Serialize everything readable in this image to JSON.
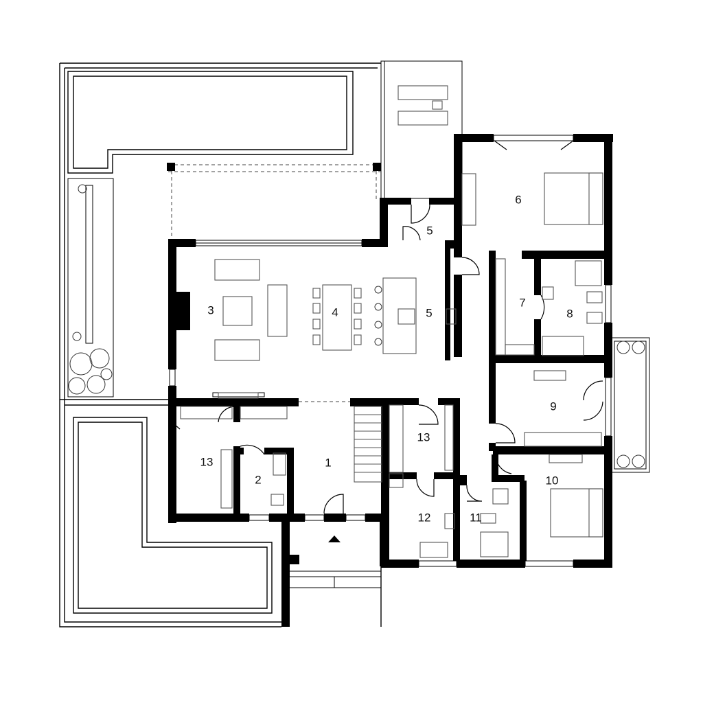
{
  "rooms": [
    {
      "id": "entrance",
      "label": "1"
    },
    {
      "id": "wc",
      "label": "2"
    },
    {
      "id": "living",
      "label": "3"
    },
    {
      "id": "dining",
      "label": "4"
    },
    {
      "id": "kitchen",
      "label": "5"
    },
    {
      "id": "pantry",
      "label": "5"
    },
    {
      "id": "master-bedroom",
      "label": "6"
    },
    {
      "id": "walk-in-closet",
      "label": "7"
    },
    {
      "id": "master-bath",
      "label": "8"
    },
    {
      "id": "bedroom-9",
      "label": "9"
    },
    {
      "id": "bedroom-10",
      "label": "10"
    },
    {
      "id": "shower-room",
      "label": "11"
    },
    {
      "id": "laundry",
      "label": "12"
    },
    {
      "id": "storage-west",
      "label": "13"
    },
    {
      "id": "storage-east",
      "label": "13"
    }
  ],
  "colors": {
    "wall": "#000000",
    "background": "#ffffff",
    "furniture": "#555555"
  }
}
